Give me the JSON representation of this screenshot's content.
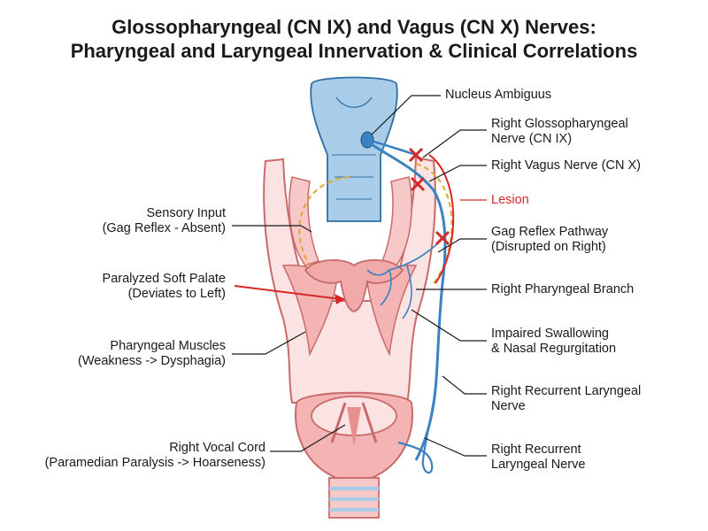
{
  "title": {
    "line1": "Glossopharyngeal (CN IX) and Vagus (CN X) Nerves:",
    "line2": "Pharyngeal and Laryngeal Innervation & Clinical Correlations"
  },
  "labels_left": {
    "sensory_input": {
      "line1": "Sensory Input",
      "line2": "(Gag Reflex - Absent)"
    },
    "soft_palate": {
      "line1": "Paralyzed Soft Palate",
      "line2": "(Deviates to Left)"
    },
    "pharyngeal_muscles": {
      "line1": "Pharyngeal Muscles",
      "line2": "(Weakness -> Dysphagia)"
    },
    "vocal_cord": {
      "line1": "Right Vocal Cord",
      "line2": "(Paramedian Paralysis -> Hoarseness)"
    }
  },
  "labels_right": {
    "nucleus_ambiguus": {
      "line1": "Nucleus Ambiguus"
    },
    "glossopharyngeal": {
      "line1": "Right Glossopharyngeal",
      "line2": "Nerve (CN IX)"
    },
    "vagus": {
      "line1": "Right Vagus Nerve (CN X)"
    },
    "lesion": {
      "line1": "Lesion"
    },
    "gag_pathway": {
      "line1": "Gag Reflex Pathway",
      "line2": "(Disrupted on Right)"
    },
    "pharyngeal_branch": {
      "line1": "Right Pharyngeal Branch"
    },
    "swallowing": {
      "line1": "Impaired Swallowing",
      "line2": "& Nasal Regurgitation"
    },
    "recurrent1": {
      "line1": "Right Recurrent Laryngeal",
      "line2": "Nerve"
    },
    "recurrent2": {
      "line1": "Right Recurrent",
      "line2": "Laryngeal Nerve"
    }
  },
  "colors": {
    "nerve": "#3b82c4",
    "brainstem": "#a9cde8",
    "tissue": "#f4b4b4",
    "tissue_stroke": "#c96a6a",
    "lesion": "#d62828",
    "reflex": "#e0a82e"
  }
}
